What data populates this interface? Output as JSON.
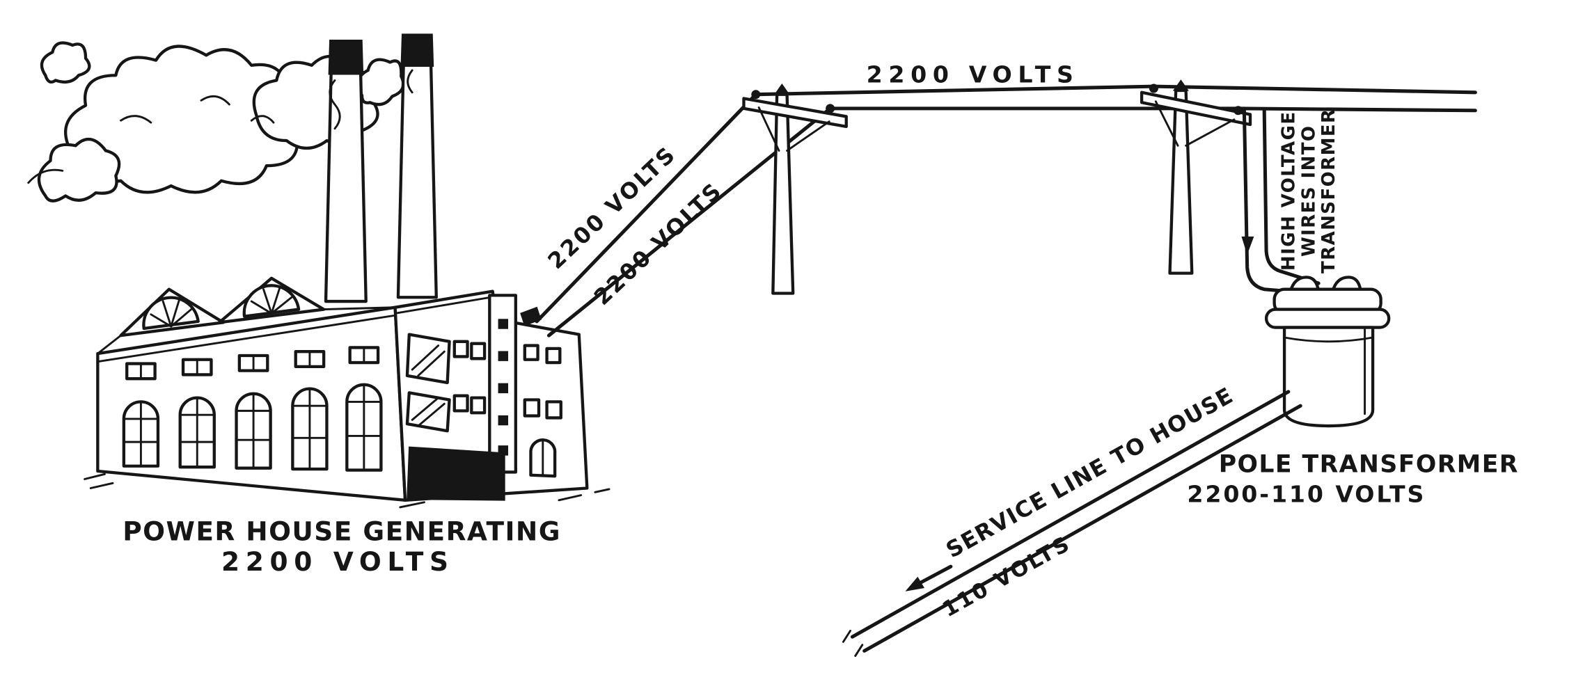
{
  "colors": {
    "background": "#ffffff",
    "ink": "#161616"
  },
  "labels": {
    "transmission_wire_upper": "2200 VOLTS",
    "transmission_wire_lower": "2200 VOLTS",
    "transmission_line_top": "2200 VOLTS",
    "power_house_line1": "POWER HOUSE GENERATING",
    "power_house_line2": "2200 VOLTS",
    "high_voltage_line1": "HIGH VOLTAGE",
    "high_voltage_line2": "WIRES INTO",
    "high_voltage_line3": "TRANSFORMER",
    "pole_transformer_line1": "POLE TRANSFORMER",
    "pole_transformer_line2": "2200-110 VOLTS",
    "service_line": "SERVICE LINE TO HOUSE",
    "service_line_volts": "110 VOLTS"
  }
}
